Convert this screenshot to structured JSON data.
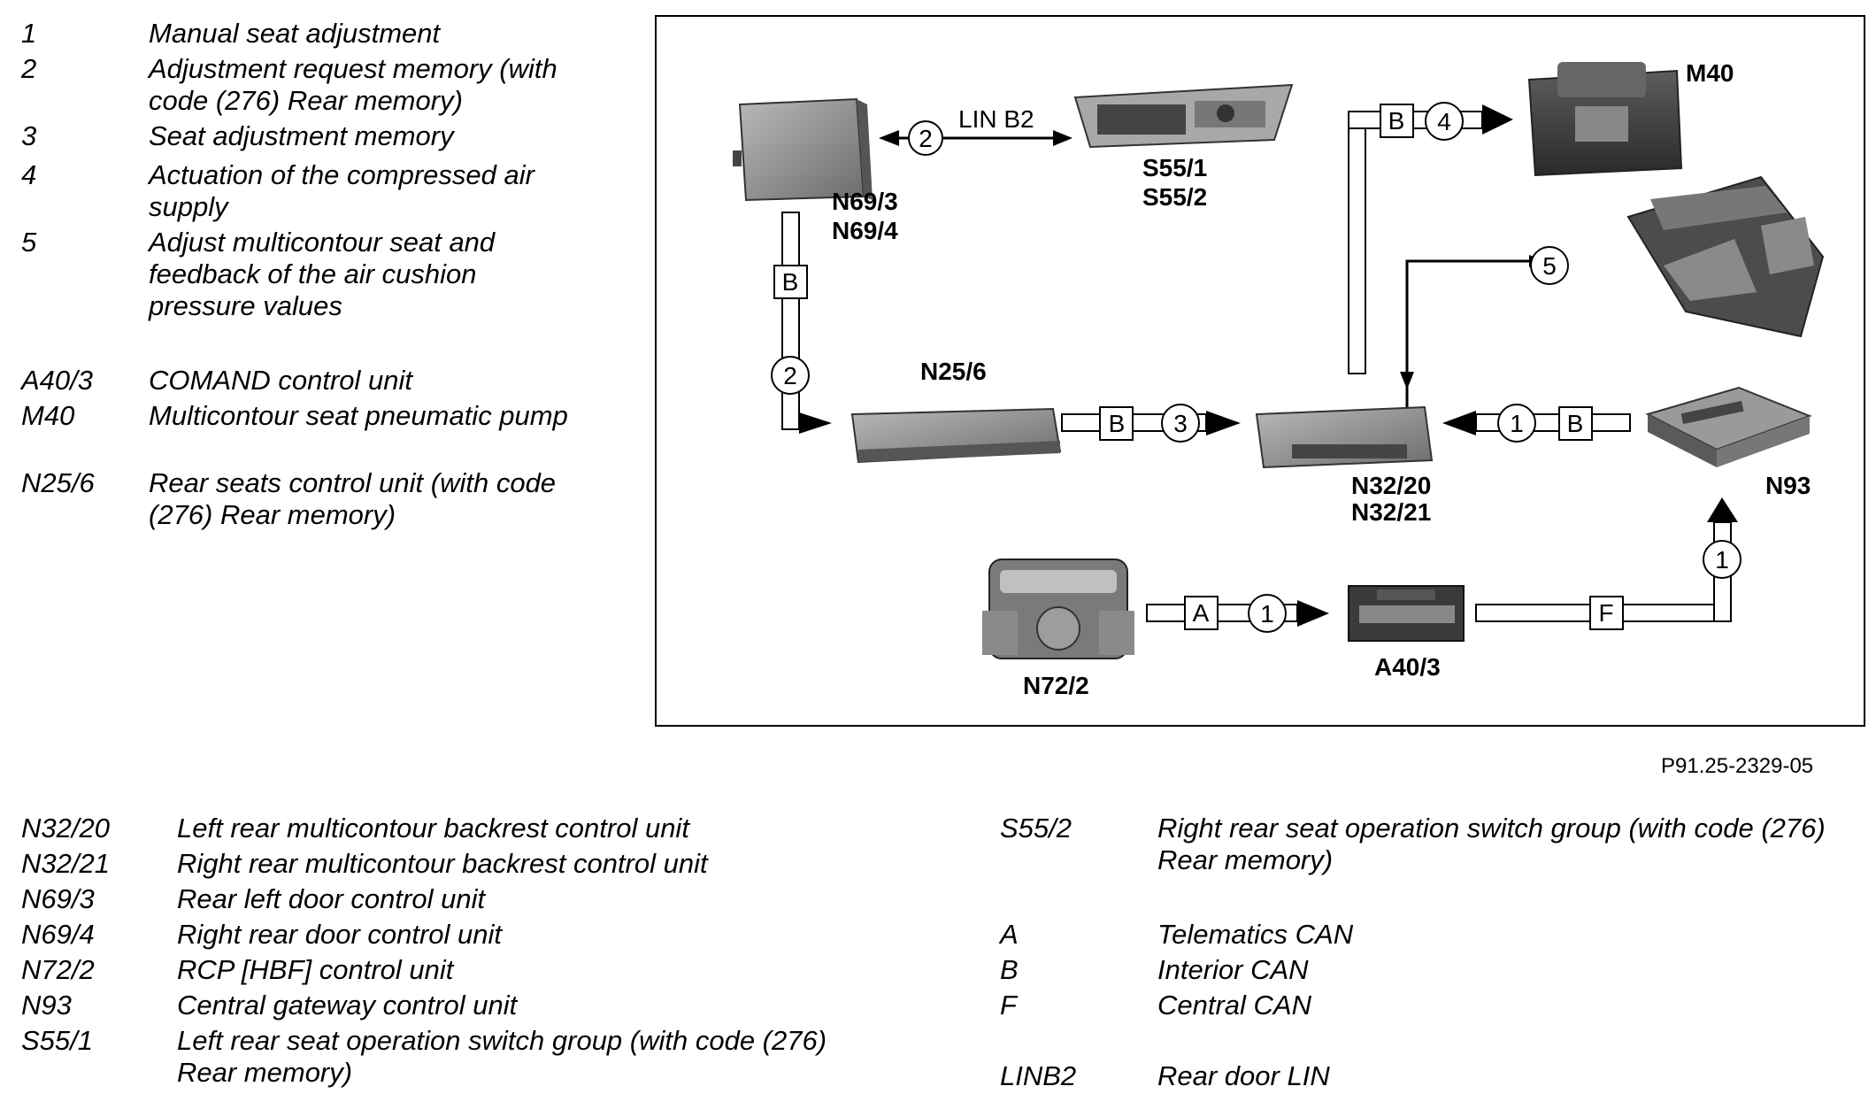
{
  "legend_top": [
    {
      "code": "1",
      "desc": "Manual seat adjustment"
    },
    {
      "code": "2",
      "desc": "Adjustment request memory (with code (276) Rear memory)"
    },
    {
      "code": "3",
      "desc": "Seat adjustment memory"
    },
    {
      "code": "4",
      "desc": "Actuation of the compressed air supply"
    },
    {
      "code": "5",
      "desc": "Adjust multicontour seat and feedback of the air cushion pressure values"
    },
    {
      "code": "A40/3",
      "desc": "COMAND control unit"
    },
    {
      "code": "M40",
      "desc": "Multicontour seat pneumatic pump"
    },
    {
      "code": "N25/6",
      "desc": "Rear seats control unit (with code (276) Rear memory)"
    }
  ],
  "legend_bottom_left": [
    {
      "code": "N32/20",
      "desc": "Left rear multicontour backrest control unit"
    },
    {
      "code": "N32/21",
      "desc": "Right rear  multicontour backrest control unit"
    },
    {
      "code": "N69/3",
      "desc": "Rear left door control unit"
    },
    {
      "code": "N69/4",
      "desc": "Right rear door control unit"
    },
    {
      "code": "N72/2",
      "desc": "RCP [HBF] control unit"
    },
    {
      "code": "N93",
      "desc": "Central gateway control unit"
    },
    {
      "code": "S55/1",
      "desc": "Left rear seat operation switch group (with code (276) Rear memory)"
    }
  ],
  "legend_bottom_right": [
    {
      "code": "S55/2",
      "desc": "Right rear seat operation switch group (with code (276) Rear memory)"
    },
    {
      "code": "A",
      "desc": "Telematics CAN"
    },
    {
      "code": "B",
      "desc": "Interior CAN"
    },
    {
      "code": "F",
      "desc": "Central CAN"
    },
    {
      "code": "LINB2",
      "desc": "Rear door LIN"
    }
  ],
  "figure_ref": "P91.25-2329-05",
  "diagram": {
    "components": {
      "n69": [
        "N69/3",
        "N69/4"
      ],
      "s55": [
        "S55/1",
        "S55/2"
      ],
      "m40": "M40",
      "n25": "N25/6",
      "n32": [
        "N32/20",
        "N32/21"
      ],
      "n93": "N93",
      "n72": "N72/2",
      "a40": "A40/3"
    },
    "lin_label": "LIN B2",
    "bus_letters": {
      "b": "B",
      "a": "A",
      "f": "F"
    },
    "signal_numbers": {
      "one": "1",
      "two": "2",
      "three": "3",
      "four": "4",
      "five": "5"
    }
  }
}
